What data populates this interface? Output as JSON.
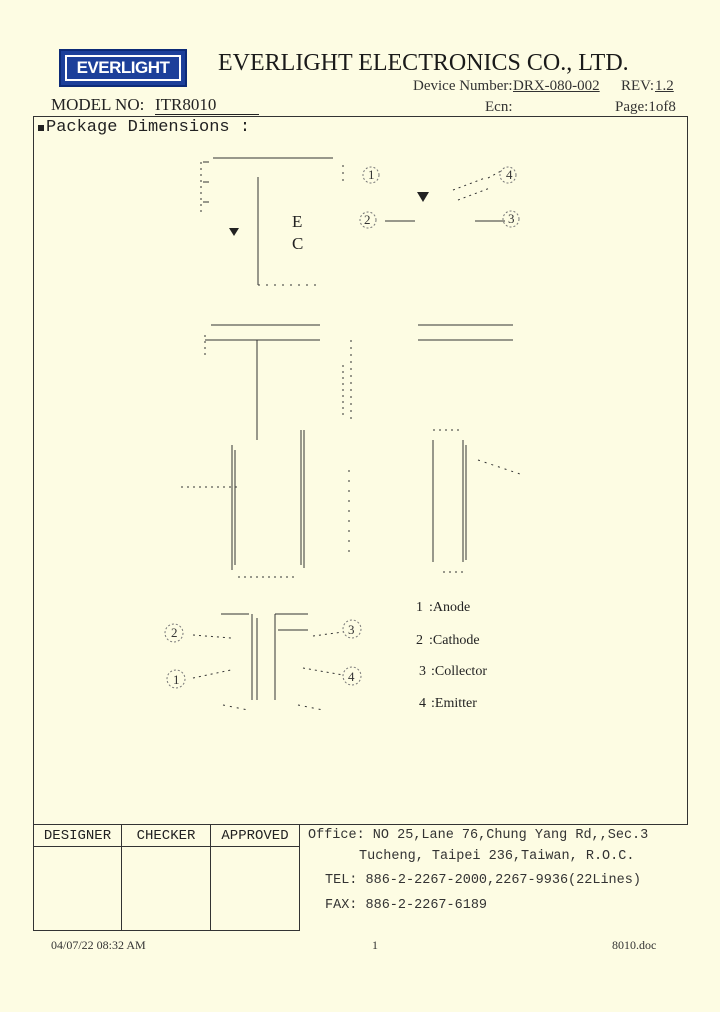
{
  "header": {
    "logo_text": "EVERLIGHT",
    "company": "EVERLIGHT ELECTRONICS CO., LTD.",
    "device_number_label": "Device Number:",
    "device_number": "DRX-080-002",
    "rev_label": "REV:",
    "rev_value": "1.2",
    "model_label": "MODEL NO:",
    "model_value": "ITR8010",
    "ecn_label": "Ecn:",
    "page_label": "Page:1of8"
  },
  "section": {
    "title": "Package Dimensions :"
  },
  "drawing": {
    "label_e": "E",
    "label_c": "C"
  },
  "pins": [
    {
      "num": "1",
      "label": ":Anode"
    },
    {
      "num": "2",
      "label": ":Cathode"
    },
    {
      "num": "3",
      "label": ":Collector"
    },
    {
      "num": "4",
      "label": ":Emitter"
    }
  ],
  "signoff": {
    "designer": "DESIGNER",
    "checker": "CHECKER",
    "approved": "APPROVED"
  },
  "office": {
    "line1": "Office: NO 25,Lane 76,Chung Yang Rd,,Sec.3",
    "line2": "Tucheng, Taipei 236,Taiwan, R.O.C.",
    "line3": "TEL: 886-2-2267-2000,2267-9936(22Lines)",
    "line4": "FAX: 886-2-2267-6189"
  },
  "footer": {
    "date": "04/07/22 08:32 AM",
    "page": "1",
    "file": "8010.doc"
  },
  "colors": {
    "background": "#fdfce3",
    "logo_blue": "#1c3f9a"
  }
}
